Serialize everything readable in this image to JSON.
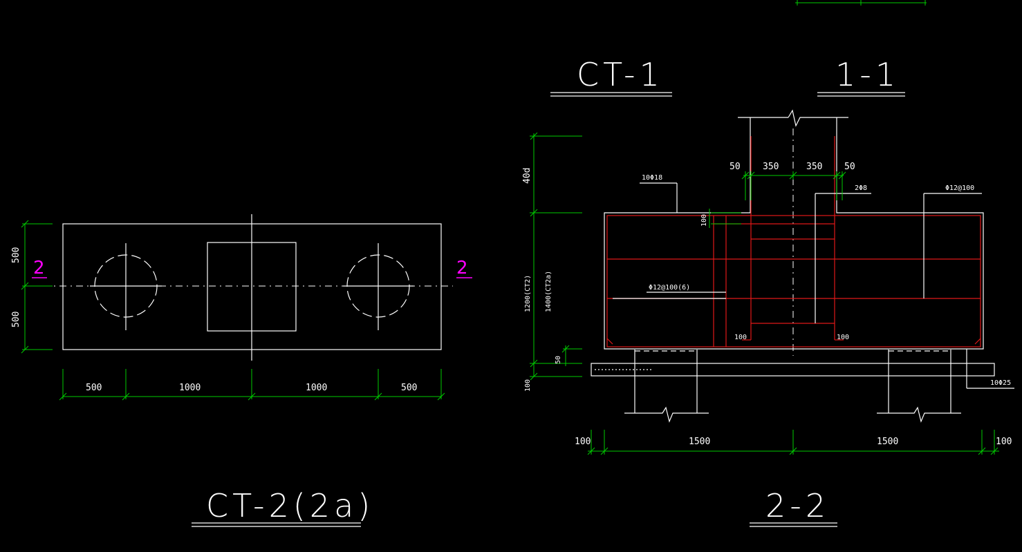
{
  "titles": {
    "ct1": "CT-1",
    "sec11": "1-1",
    "ct2": "CT-2(2a)",
    "sec22": "2-2"
  },
  "section_markers": {
    "left": "2",
    "right": "2"
  },
  "plan_dims": {
    "left_top": "500",
    "left_bottom": "500",
    "bottom": [
      "500",
      "1000",
      "1000",
      "500"
    ]
  },
  "section_dims": {
    "top": [
      "50",
      "350",
      "350",
      "50"
    ],
    "left_40d": "40d",
    "left_1200": "1200(CT2)",
    "left_1400": "1400(CT2a)",
    "left_50": "50",
    "left_100": "100",
    "notch_100": "100",
    "inner_100_left": "100",
    "inner_100_right": "100",
    "bottom": [
      "100",
      "1500",
      "1500",
      "100"
    ]
  },
  "rebar_labels": {
    "top_bars": "10Φ18",
    "stirrup_small": "2Φ8",
    "side_bars": "Φ12@100",
    "stirrups": "Φ12@100(6)",
    "bottom_bars": "10Φ25"
  }
}
